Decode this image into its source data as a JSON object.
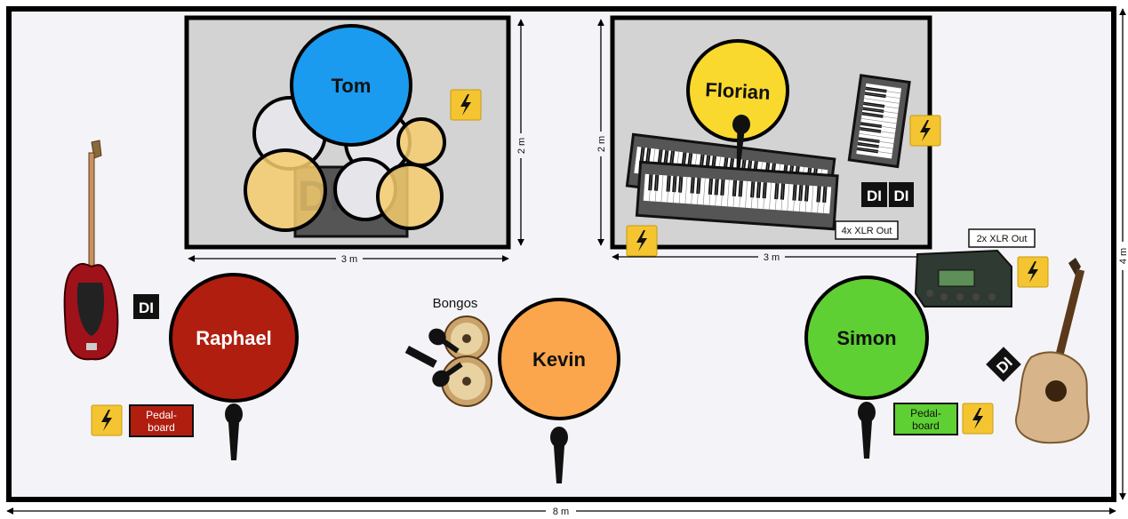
{
  "stage": {
    "width_label": "8 m",
    "depth_label": "4 m",
    "bg_color": "#f4f4f8"
  },
  "riser_left": {
    "width_label": "3 m",
    "depth_label": "2 m"
  },
  "riser_right": {
    "width_label": "3 m",
    "depth_label": "2 m"
  },
  "musicians": {
    "tom": {
      "name": "Tom",
      "color": "#1a9bef"
    },
    "florian": {
      "name": "Florian",
      "color": "#f9d92e"
    },
    "raphael": {
      "name": "Raphael",
      "color": "#b01e10"
    },
    "kevin": {
      "name": "Kevin",
      "color": "#fba64d"
    },
    "simon": {
      "name": "Simon",
      "color": "#5ed033"
    }
  },
  "labels": {
    "di": "DI",
    "drum_di": "DI",
    "bongos": "Bongos",
    "pedalboard_raphael": [
      "Pedal-",
      "board"
    ],
    "pedalboard_simon": [
      "Pedal-",
      "board"
    ],
    "xlr_keys": "4x XLR Out",
    "xlr_amp": "2x XLR Out"
  },
  "colors": {
    "power": "#f5c531",
    "riser": "#d3d3d3",
    "cymbal": "#f5cc6e",
    "drum": "#e6e6ea"
  }
}
